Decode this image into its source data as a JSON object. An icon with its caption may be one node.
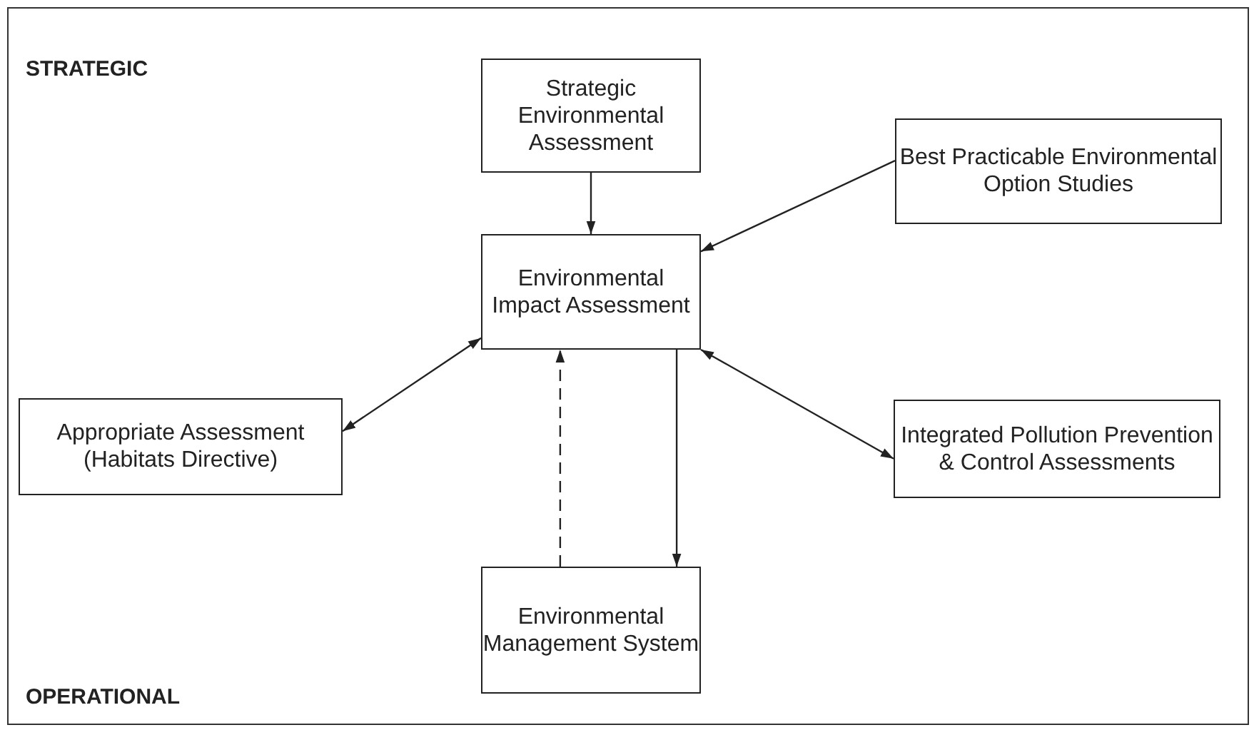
{
  "diagram": {
    "nodes": [
      {
        "text": [
          "Strategic Environmental Assessment"
        ]
      },
      {
        "text": [
          "Best Practicable Environmental Option Studies"
        ]
      },
      {
        "text": [
          "Environmental Impact Assessment"
        ]
      },
      {
        "text": [
          "Appropriate Assessment (Habitats Directive)"
        ]
      },
      {
        "text": [
          "Integrated Pollution Prevention & Control Assessments"
        ]
      },
      {
        "text": [
          "Environmental Management System"
        ]
      }
    ],
    "edges": [
      {
        "from": 0,
        "to": 2,
        "arrow": "to"
      },
      {
        "from": 1,
        "to": 2,
        "arrow": "to"
      },
      {
        "from": 3,
        "to": 2,
        "arrow": "both"
      },
      {
        "from": 4,
        "to": 2,
        "arrow": "both"
      },
      {
        "from": 2,
        "to": 5,
        "arrow": "to"
      },
      {
        "from": 5,
        "to": 2,
        "arrow": "to",
        "style": "dashed"
      }
    ],
    "labels": [
      "STRATEGIC",
      "OPERATIONAL"
    ]
  }
}
